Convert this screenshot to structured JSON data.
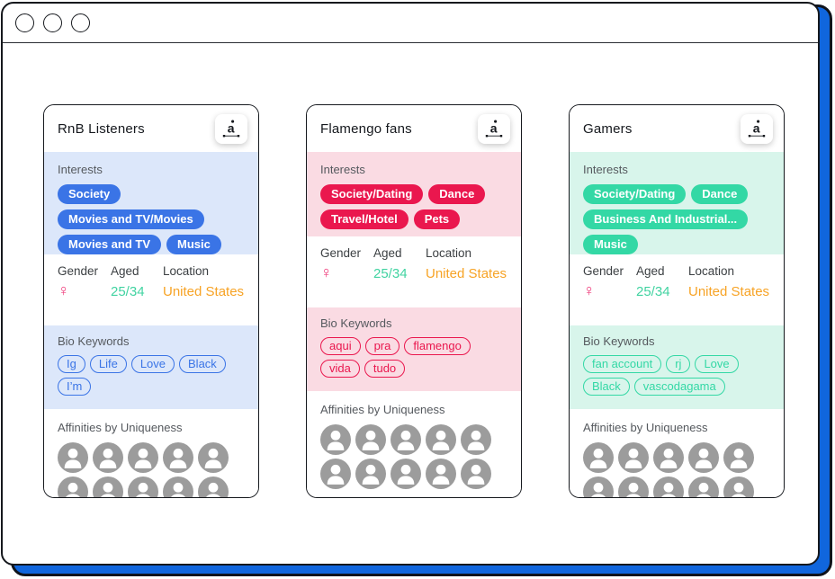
{
  "window": {
    "control_buttons": 3,
    "backdrop_color": "#1066dd",
    "border_color": "#15181d"
  },
  "labels": {
    "interests": "Interests",
    "gender": "Gender",
    "aged": "Aged",
    "location": "Location",
    "bio_keywords": "Bio Keywords",
    "affinities": "Affinities by Uniqueness"
  },
  "demographic_colors": {
    "gender": "#ef3d7c",
    "aged": "#41d3a1",
    "location": "#f7a325"
  },
  "icons": {
    "card_action": "audiense-logo-icon",
    "avatar": "person-avatar-icon"
  },
  "audiences": [
    {
      "title": "RnB Listeners",
      "accent": "#3a74e6",
      "tint": "#dce7fa",
      "interests": [
        "Society",
        "Movies and TV/Movies",
        "Movies and TV",
        "Music"
      ],
      "gender_symbol": "♀",
      "aged": "25/34",
      "location": "United States",
      "bio_keywords": [
        "Ig",
        "Life",
        "Love",
        "Black",
        "I’m"
      ],
      "avatar_count": 10
    },
    {
      "title": "Flamengo fans",
      "accent": "#ea174e",
      "tint": "#fadbe3",
      "interests": [
        "Society/Dating",
        "Dance",
        "Travel/Hotel",
        "Pets"
      ],
      "gender_symbol": "♀",
      "aged": "25/34",
      "location": "United States",
      "bio_keywords": [
        "aqui",
        "pra",
        "flamengo",
        "vida",
        "tudo"
      ],
      "avatar_count": 10
    },
    {
      "title": "Gamers",
      "accent": "#33d8a5",
      "tint": "#d8f5eb",
      "interests": [
        "Society/Dating",
        "Dance",
        "Business And Industrial...",
        "Music"
      ],
      "gender_symbol": "♀",
      "aged": "25/34",
      "location": "United States",
      "bio_keywords": [
        "fan account",
        "rj",
        "Love",
        "Black",
        "vascodagama"
      ],
      "avatar_count": 10
    }
  ]
}
